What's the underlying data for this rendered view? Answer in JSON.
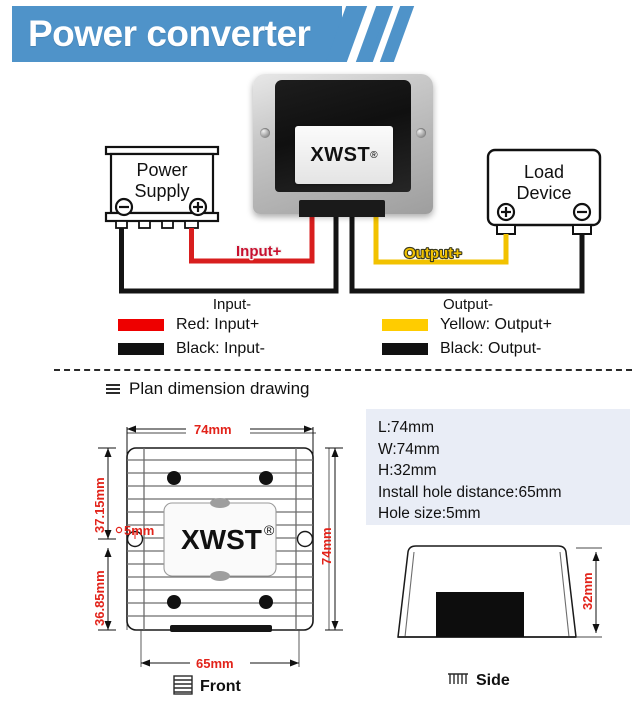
{
  "header": {
    "title": "Power converter",
    "banner_color": "#4f93c9"
  },
  "wiring": {
    "power_supply": {
      "line1": "Power",
      "line2": "Supply",
      "left_terminal": "minus-circle-icon",
      "right_terminal": "plus-circle-icon"
    },
    "load_device": {
      "line1": "Load",
      "line2": "Device",
      "left_terminal": "plus-circle-icon",
      "right_terminal": "minus-circle-icon"
    },
    "product_label": "XWST",
    "product_label_mark": "®",
    "tags": {
      "input_plus": "Input+",
      "input_minus": "Input-",
      "output_plus": "Output+",
      "output_minus": "Output-"
    },
    "colors": {
      "red_wire": "#d81e1e",
      "yellow_wire": "#f2c200",
      "black_wire": "#141414"
    }
  },
  "legend": {
    "items": [
      {
        "swatch": "#ee0000",
        "text": "Red: Input+"
      },
      {
        "swatch": "#111111",
        "text": "Black: Input-"
      },
      {
        "swatch": "#ffcc00",
        "text": "Yellow: Output+"
      },
      {
        "swatch": "#111111",
        "text": "Black: Output-"
      }
    ]
  },
  "plan_section": {
    "heading": "Plan dimension drawing",
    "heading_icon": "list-grid-icon"
  },
  "specs": {
    "lines": [
      "L:74mm",
      "W:74mm",
      "H:32mm",
      "Install hole distance:65mm",
      "Hole size:5mm"
    ],
    "background": "#e9edf6"
  },
  "front_view": {
    "caption": "Front",
    "caption_icon": "fins-icon",
    "label": "XWST",
    "label_mark": "®",
    "dims": {
      "top": "74mm",
      "right": "74mm",
      "left_upper": "37.15mm",
      "left_lower": "36.85mm",
      "hole": "5mm",
      "bottom": "65mm"
    },
    "dim_color": "#e2231a"
  },
  "side_view": {
    "caption": "Side",
    "caption_icon": "fins-icon",
    "dims": {
      "height": "32mm"
    },
    "dim_color": "#e2231a"
  }
}
